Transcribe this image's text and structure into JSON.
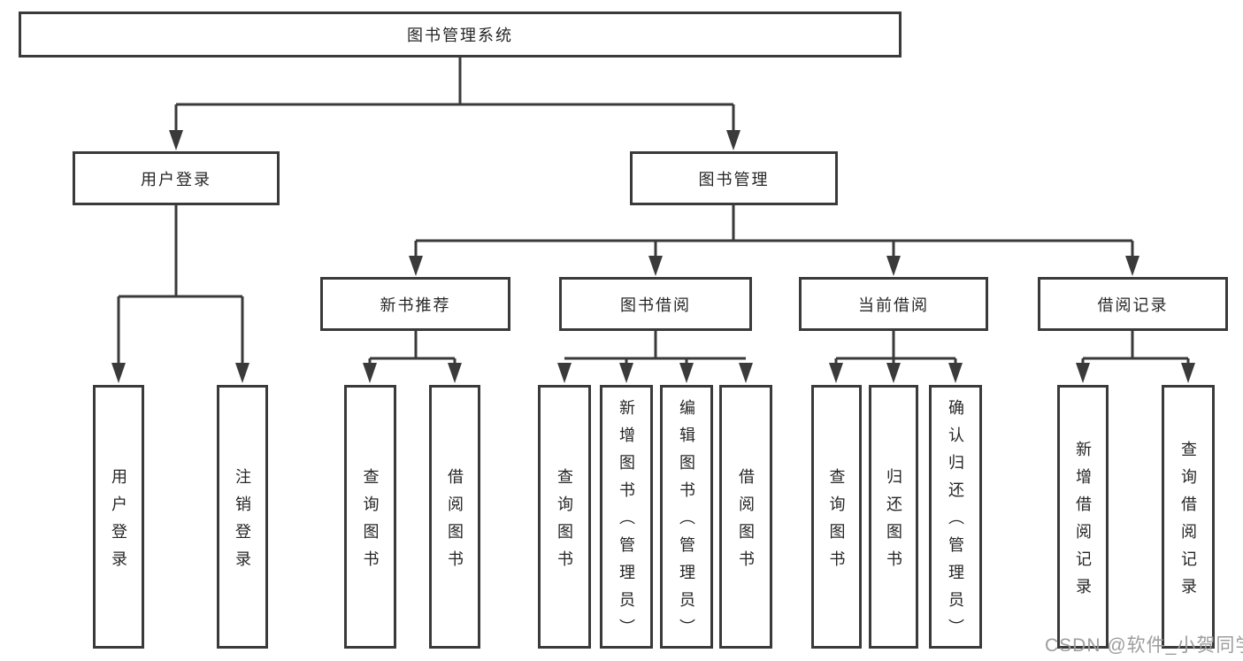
{
  "diagram": {
    "type": "hierarchy-tree",
    "title": "图书管理系统",
    "colors": {
      "background": "#ffffff",
      "line": "#3a3a3a",
      "box_border": "#3a3a3a",
      "text": "#262626",
      "watermark": "#9d9d9d"
    },
    "root": {
      "label": "图书管理系统"
    },
    "branches": [
      {
        "label": "用户登录",
        "children": [
          {
            "label": "用户登录"
          },
          {
            "label": "注销登录"
          }
        ]
      },
      {
        "label": "图书管理",
        "children": [
          {
            "label": "新书推荐",
            "children": [
              {
                "label": "查询图书"
              },
              {
                "label": "借阅图书"
              }
            ]
          },
          {
            "label": "图书借阅",
            "children": [
              {
                "label": "查询图书"
              },
              {
                "label": "新增图书（管理员）"
              },
              {
                "label": "编辑图书（管理员）"
              },
              {
                "label": "借阅图书"
              }
            ]
          },
          {
            "label": "当前借阅",
            "children": [
              {
                "label": "查询图书"
              },
              {
                "label": "归还图书"
              },
              {
                "label": "确认归还（管理员）"
              }
            ]
          },
          {
            "label": "借阅记录",
            "children": [
              {
                "label": "新增借阅记录"
              },
              {
                "label": "查询借阅记录"
              }
            ]
          }
        ]
      }
    ],
    "watermark": "CSDN @软件_小贺同学"
  }
}
